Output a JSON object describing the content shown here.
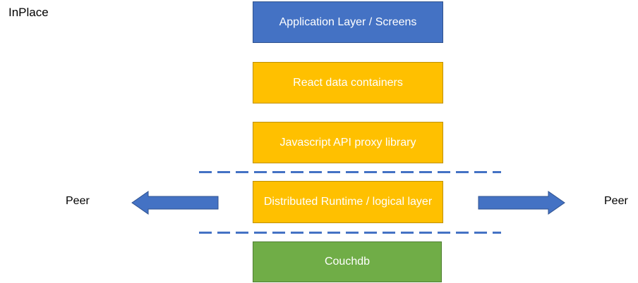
{
  "title": "InPlace",
  "layers": [
    {
      "label": "Application Layer / Screens",
      "color": "#4472c4"
    },
    {
      "label": "React data containers",
      "color": "#ffc000"
    },
    {
      "label": "Javascript API proxy library",
      "color": "#ffc000"
    },
    {
      "label": "Distributed Runtime / logical layer",
      "color": "#ffc000"
    },
    {
      "label": "Couchdb",
      "color": "#70ad47"
    }
  ],
  "peers": {
    "left": "Peer",
    "right": "Peer"
  },
  "colors": {
    "arrow": "#4472c4",
    "dash": "#4472c4"
  }
}
